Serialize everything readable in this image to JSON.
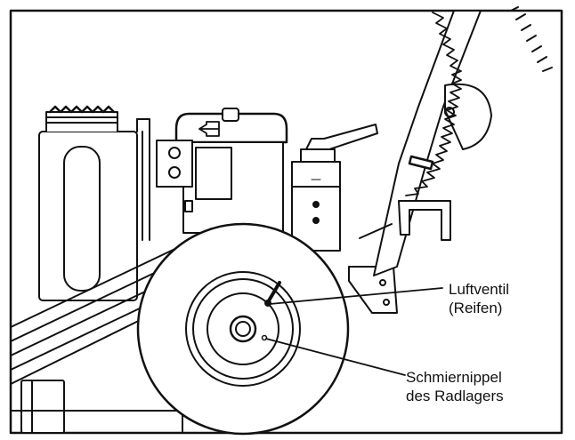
{
  "callouts": {
    "air_valve": {
      "line1": "Luftventil",
      "line2": "(Reifen)"
    },
    "grease_nipple": {
      "line1": "Schmiernippel",
      "line2": "des Radlagers"
    }
  },
  "colors": {
    "line": "#111111",
    "background": "#ffffff"
  }
}
